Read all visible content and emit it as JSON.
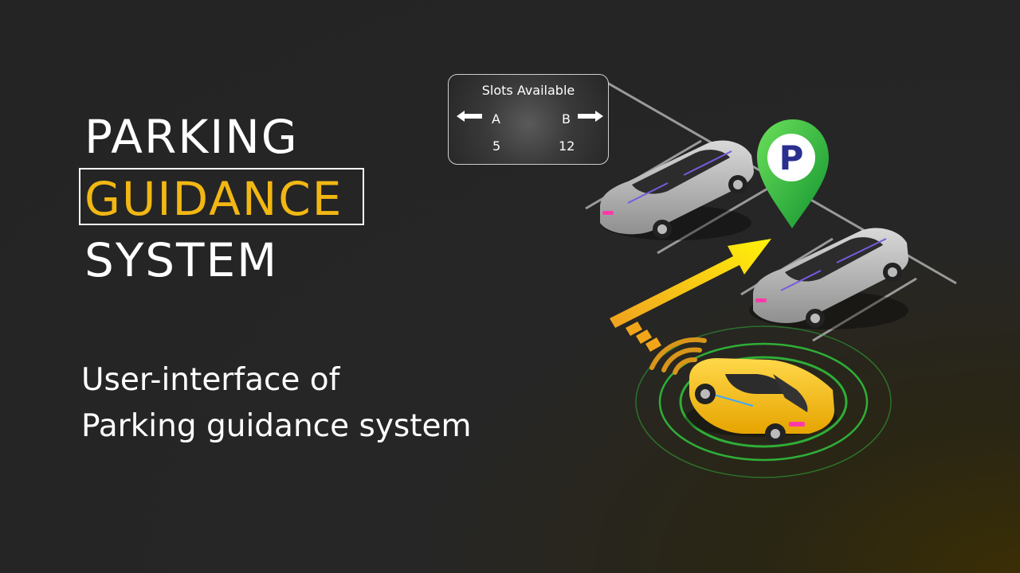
{
  "heading": {
    "line1": "PARKING",
    "line2": "GUIDANCE",
    "line3": "SYSTEM"
  },
  "subtitle": {
    "line1": "User-interface of",
    "line2": "Parking guidance system"
  },
  "slots_panel": {
    "title": "Slots Available",
    "zones": [
      {
        "label": "A",
        "count": "5",
        "arrow_icon": "arrow-left-icon"
      },
      {
        "label": "B",
        "count": "12",
        "arrow_icon": "arrow-right-icon"
      }
    ]
  },
  "pin": {
    "letter": "P"
  },
  "colors": {
    "accent_yellow": "#f2b713",
    "pin_green": "#1ea43a",
    "pin_letter_blue": "#2b2f8f",
    "sensor_ring_green": "#2fae37",
    "background": "#242424"
  },
  "icons": [
    "location-pin-icon",
    "direction-arrow-icon",
    "signal-wave-icon",
    "car-icon"
  ]
}
